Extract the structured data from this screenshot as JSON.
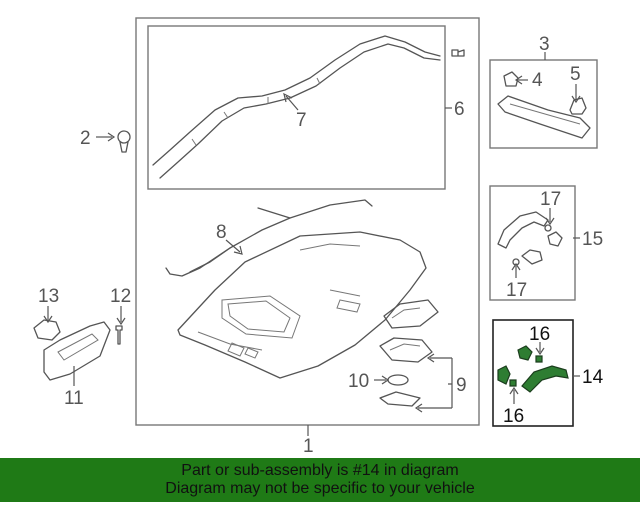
{
  "diagram": {
    "callouts": {
      "c1": "1",
      "c2": "2",
      "c3": "3",
      "c4": "4",
      "c5": "5",
      "c6": "6",
      "c7": "7",
      "c8": "8",
      "c9": "9",
      "c10": "10",
      "c11": "11",
      "c12": "12",
      "c13": "13",
      "c14": "14",
      "c15": "15",
      "c16a": "16",
      "c16b": "16",
      "c17a": "17",
      "c17b": "17"
    },
    "highlight_color": "#2e7d32"
  },
  "banner": {
    "line1": "Part or sub-assembly is #14 in diagram",
    "line2": "Diagram may not be specific to your vehicle",
    "background": "#1f7a16"
  }
}
